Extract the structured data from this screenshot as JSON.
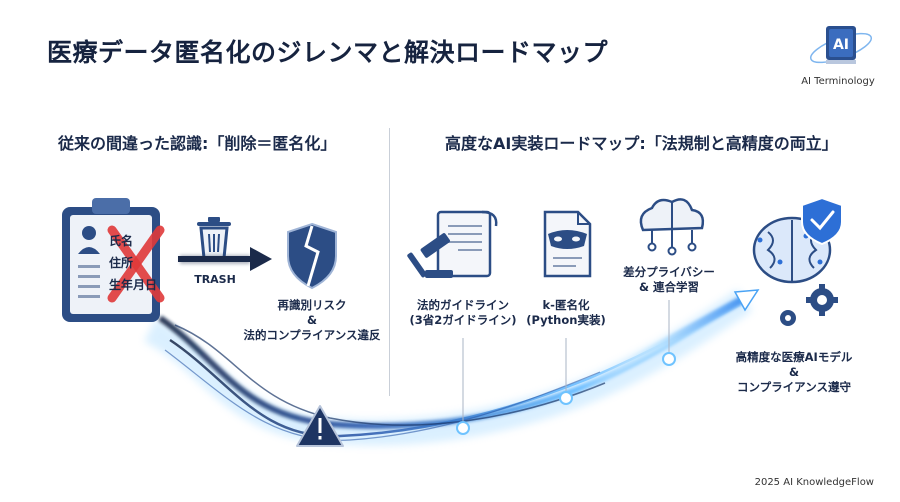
{
  "title": "医療データ匿名化のジレンマと解決ロードマップ",
  "logo": {
    "badge": "AI",
    "label": "AI Terminology"
  },
  "left": {
    "heading": "従来の間違った認識:「削除＝匿名化」",
    "fields": [
      "氏名",
      "住所",
      "生年月日"
    ],
    "trash_label": "TRASH",
    "risk_label_line1": "再識別リスク",
    "risk_label_line2": "&",
    "risk_label_line3": "法的コンプライアンス違反"
  },
  "right": {
    "heading": "高度なAI実装ロードマップ:「法規制と高精度の両立」",
    "step1_line1": "法的ガイドライン",
    "step1_line2": "(3省2ガイドライン)",
    "step2_line1": "k-匿名化",
    "step2_line2": "(Python実装)",
    "step3_line1": "差分プライバシー",
    "step3_line2": "& 連合学習",
    "goal_line1": "高精度な医療AIモデル",
    "goal_line2": "&",
    "goal_line3": "コンプライアンス遵守"
  },
  "footer": "2025 AI KnowledgeFlow",
  "colors": {
    "navy": "#1b2a4a",
    "accent_blue": "#2d6fd6",
    "glow": "#6fc3ff",
    "danger": "#e03a3a"
  }
}
